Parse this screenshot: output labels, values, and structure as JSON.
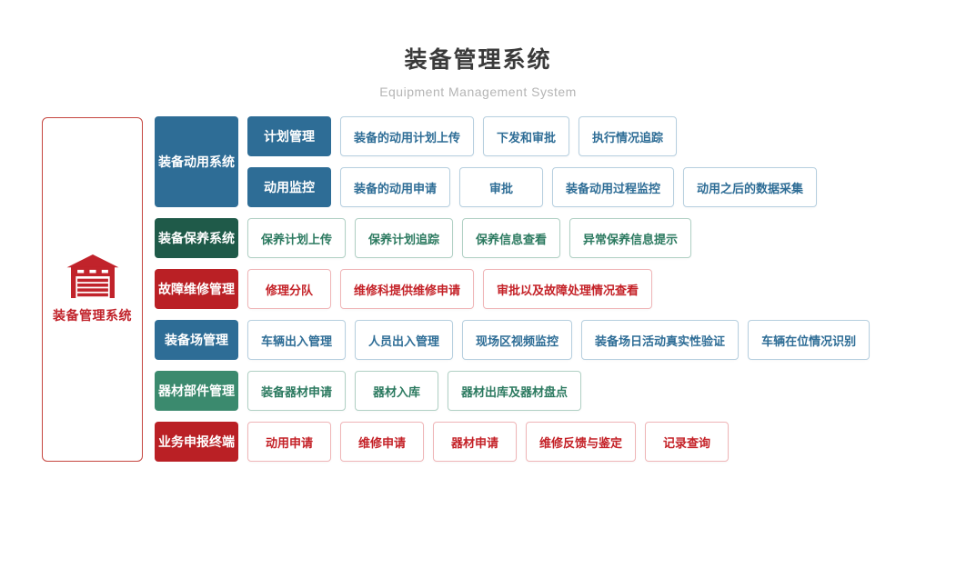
{
  "header": {
    "title": "装备管理系统",
    "subtitle": "Equipment Management System"
  },
  "root": {
    "label": "装备管理系统",
    "icon": "warehouse-icon",
    "color": "#c1232b",
    "border_color": "#c5453f"
  },
  "themes": {
    "blue": {
      "solid": "#2e6d96",
      "text": "#2e6d96",
      "border": "#b6cfdf"
    },
    "darkgreen": {
      "solid": "#1f5a49",
      "text": "#2c7a60",
      "border": "#b0d0c4"
    },
    "green": {
      "solid": "#3b8a6e",
      "text": "#2c7a60",
      "border": "#b0d0c4"
    },
    "red": {
      "solid": "#ba2025",
      "text": "#c42127",
      "border": "#efb5b7"
    }
  },
  "groups": [
    {
      "label": "装备动用系统",
      "theme": "blue",
      "rows": [
        {
          "lead": "计划管理",
          "items": [
            "装备的动用计划上传",
            "下发和审批",
            "执行情况追踪"
          ]
        },
        {
          "lead": "动用监控",
          "items": [
            "装备的动用申请",
            "审批",
            "装备动用过程监控",
            "动用之后的数据采集"
          ]
        }
      ]
    },
    {
      "label": "装备保养系统",
      "theme": "darkgreen",
      "rows": [
        {
          "lead": null,
          "items": [
            "保养计划上传",
            "保养计划追踪",
            "保养信息查看",
            "异常保养信息提示"
          ]
        }
      ]
    },
    {
      "label": "故障维修管理",
      "theme": "red",
      "rows": [
        {
          "lead": null,
          "items": [
            "修理分队",
            "维修科提供维修申请",
            "审批以及故障处理情况查看"
          ]
        }
      ]
    },
    {
      "label": "装备场管理",
      "theme": "blue",
      "rows": [
        {
          "lead": null,
          "items": [
            "车辆出入管理",
            "人员出入管理",
            "现场区视频监控",
            "装备场日活动真实性验证",
            "车辆在位情况识别"
          ]
        }
      ]
    },
    {
      "label": "器材部件管理",
      "theme": "green",
      "rows": [
        {
          "lead": null,
          "items": [
            "装备器材申请",
            "器材入库",
            "器材出库及器材盘点"
          ]
        }
      ]
    },
    {
      "label": "业务申报终端",
      "theme": "red",
      "rows": [
        {
          "lead": null,
          "items": [
            "动用申请",
            "维修申请",
            "器材申请",
            "维修反馈与鉴定",
            "记录查询"
          ]
        }
      ]
    }
  ]
}
